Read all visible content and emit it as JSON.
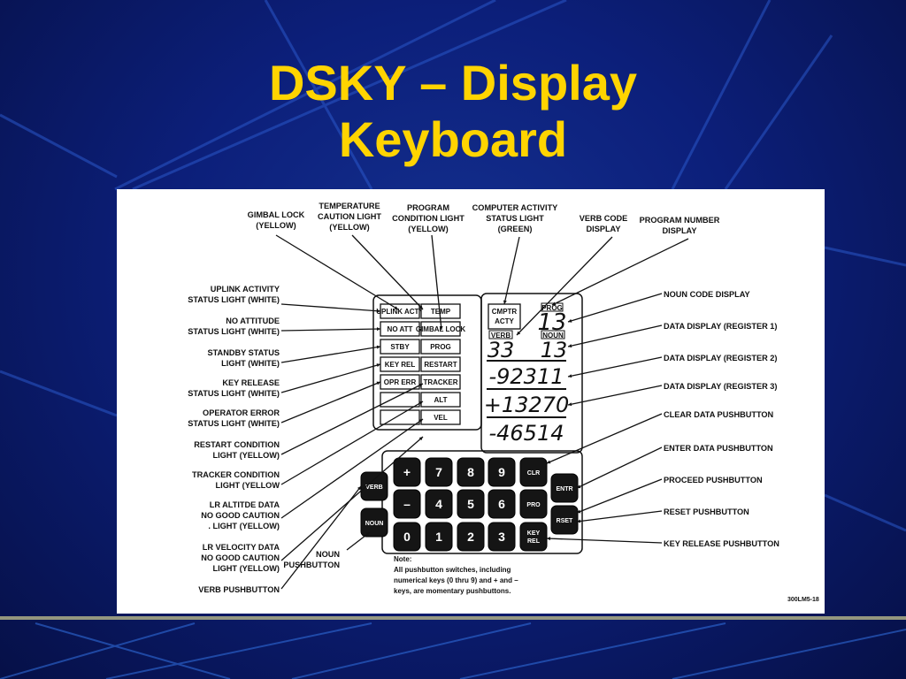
{
  "title_line1": "DSKY – Display",
  "title_line2": "Keyboard",
  "figure_id": "300LM5-18",
  "note": {
    "title": "Note:",
    "lines": [
      "All pushbutton switches, including",
      "numerical  keys (0 thru 9) and + and –",
      "keys, are momentary pushbuttons."
    ]
  },
  "warning_lights": {
    "left": [
      "UPLINK ACTY",
      "NO ATT",
      "STBY",
      "KEY REL",
      "OPR ERR",
      "",
      ""
    ],
    "right": [
      "TEMP",
      "GIMBAL LOCK",
      "PROG",
      "RESTART",
      "TRACKER",
      "ALT",
      "VEL"
    ]
  },
  "display": {
    "comp_acty": "CMPTR ACTY",
    "prog_label": "PROG",
    "prog_value": "13",
    "verb_label": "VERB",
    "noun_label": "NOUN",
    "verb_value": "33",
    "noun_value": "13",
    "register1": "-92311",
    "register2": "+13270",
    "register3": "-46514"
  },
  "keys": {
    "row1": [
      "+",
      "7",
      "8",
      "9",
      "CLR"
    ],
    "row2": [
      "–",
      "4",
      "5",
      "6",
      "PRO"
    ],
    "row3": [
      "0",
      "1",
      "2",
      "3",
      "KEY REL"
    ],
    "verb": "VERB",
    "noun": "NOUN",
    "entr": "ENTR",
    "rset": "RSET"
  },
  "top_labels": [
    {
      "lines": [
        "GIMBAL  LOCK",
        "(YELLOW)"
      ]
    },
    {
      "lines": [
        "TEMPERATURE",
        "CAUTION  LIGHT",
        "(YELLOW)"
      ]
    },
    {
      "lines": [
        "PROGRAM",
        "CONDITION LIGHT",
        "(YELLOW)"
      ]
    },
    {
      "lines": [
        "COMPUTER  ACTIVITY",
        "STATUS  LIGHT",
        "(GREEN)"
      ]
    },
    {
      "lines": [
        "VERB  CODE",
        "DISPLAY"
      ]
    },
    {
      "lines": [
        "PROGRAM  NUMBER",
        "DISPLAY"
      ]
    }
  ],
  "left_labels": [
    {
      "lines": [
        "UPLINK  ACTIVITY",
        "STATUS  LIGHT  (WHITE)"
      ]
    },
    {
      "lines": [
        "NO  ATTITUDE",
        "STATUS  LIGHT  (WHITE)"
      ]
    },
    {
      "lines": [
        "STANDBY  STATUS",
        "LIGHT  (WHITE)"
      ]
    },
    {
      "lines": [
        "KEY  RELEASE",
        "STATUS  LIGHT  (WHITE)"
      ]
    },
    {
      "lines": [
        "OPERATOR  ERROR",
        "STATUS  LIGHT  (WHITE)"
      ]
    },
    {
      "lines": [
        "RESTART  CONDITION",
        "LIGHT  (YELLOW)"
      ]
    },
    {
      "lines": [
        "TRACKER  CONDITION",
        "LIGHT  (YELLOW"
      ]
    },
    {
      "lines": [
        "LR  ALTITDE  DATA",
        "NO  GOOD  CAUTION",
        ". LIGHT  (YELLOW)"
      ]
    },
    {
      "lines": [
        "LR  VELOCITY  DATA",
        "NO  GOOD  CAUTION",
        "LIGHT  (YELLOW)"
      ]
    },
    {
      "lines": [
        "VERB  PUSHBUTTON"
      ]
    },
    {
      "lines": [
        "NOUN",
        "PUSHBUTTON"
      ]
    }
  ],
  "right_labels": [
    {
      "lines": [
        "NOUN  CODE  DISPLAY"
      ]
    },
    {
      "lines": [
        "DATA  DISPLAY  (REGISTER  1)"
      ]
    },
    {
      "lines": [
        "DATA  DISPLAY  (REGISTER  2)"
      ]
    },
    {
      "lines": [
        "DATA  DISPLAY  (REGISTER  3)"
      ]
    },
    {
      "lines": [
        "CLEAR  DATA  PUSHBUTTON"
      ]
    },
    {
      "lines": [
        "ENTER  DATA  PUSHBUTTON"
      ]
    },
    {
      "lines": [
        "PROCEED  PUSHBUTTON"
      ]
    },
    {
      "lines": [
        "RESET  PUSHBUTTON"
      ]
    },
    {
      "lines": [
        "KEY  RELEASE  PUSHBUTTON"
      ]
    }
  ]
}
